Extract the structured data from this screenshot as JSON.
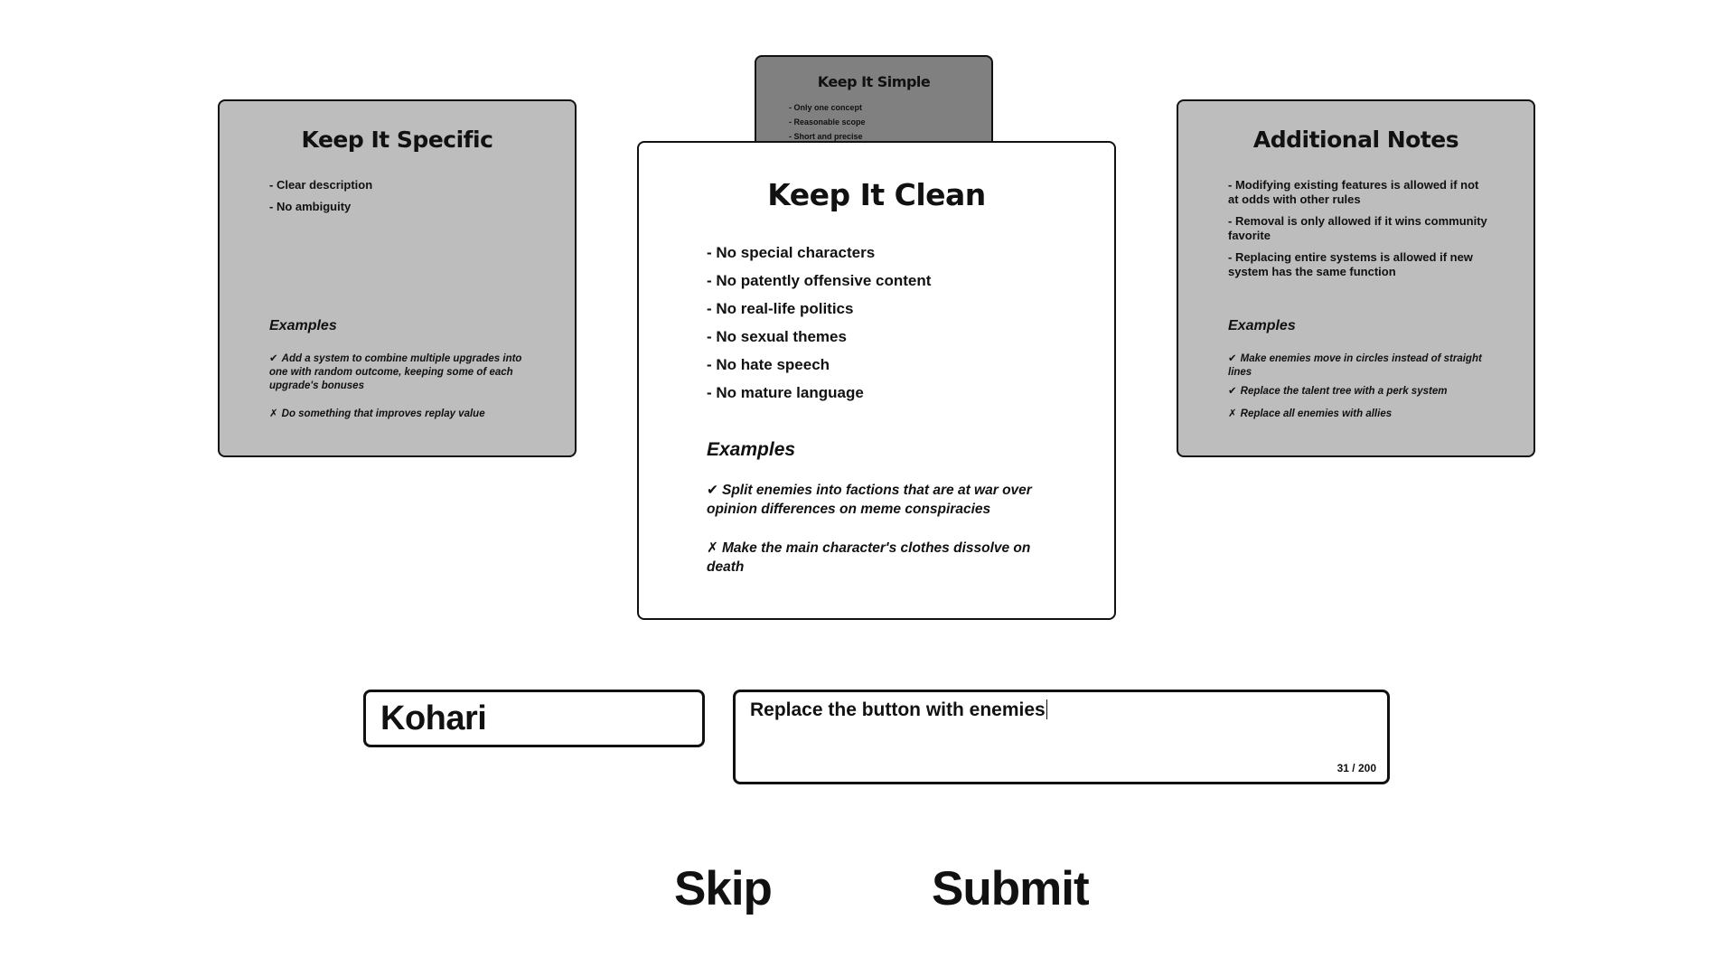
{
  "cards": {
    "simple": {
      "title": "Keep It Simple",
      "rules": [
        "- Only one concept",
        "- Reasonable scope",
        "- Short and precise"
      ]
    },
    "specific": {
      "title": "Keep It Specific",
      "rules": [
        "- Clear description",
        "- No ambiguity"
      ],
      "examples_title": "Examples",
      "good_examples": [
        "Add a system to combine multiple upgrades into one with random outcome, keeping some of each upgrade's bonuses"
      ],
      "bad_examples": [
        "Do something that improves replay value"
      ]
    },
    "clean": {
      "title": "Keep It Clean",
      "rules": [
        "- No special characters",
        "- No patently offensive content",
        "- No real-life politics",
        "- No sexual themes",
        "- No hate speech",
        "- No mature language"
      ],
      "examples_title": "Examples",
      "good_examples": [
        "Split enemies into factions that are at war over opinion differences on meme conspiracies"
      ],
      "bad_examples": [
        "Make the main character's clothes dissolve on death"
      ]
    },
    "notes": {
      "title": "Additional Notes",
      "rules": [
        "- Modifying existing features is allowed if not at odds with other rules",
        "- Removal is only allowed if it wins community favorite",
        "- Replacing entire systems is allowed if new system has the same function"
      ],
      "examples_title": "Examples",
      "good_examples": [
        "Make enemies move in circles instead of straight lines",
        "Replace the talent tree with a perk system"
      ],
      "bad_examples": [
        "Replace all enemies with allies"
      ]
    }
  },
  "symbols": {
    "good": "✔",
    "bad": "✗"
  },
  "form": {
    "name_value": "Kohari",
    "idea_value": "Replace the button with enemies",
    "char_count": "31 / 200"
  },
  "buttons": {
    "skip": "Skip",
    "submit": "Submit"
  }
}
